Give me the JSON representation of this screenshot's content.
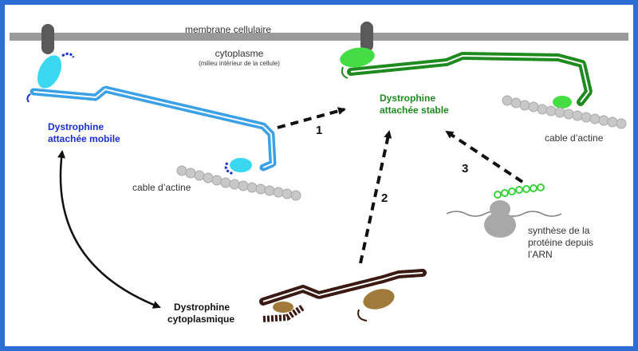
{
  "labels": {
    "membrane": "membrane cellulaire",
    "cytoplasm": "cytoplasme",
    "cytoplasm_note": "(milieu intérieur de la cellule)",
    "mobile_line1": "Dystrophine",
    "mobile_line2": "attachée mobile",
    "stable_line1": "Dystrophine",
    "stable_line2": "attachée stable",
    "cyto_line1": "Dystrophine",
    "cyto_line2": "cytoplasmique",
    "actin_left": "cable d’actine",
    "actin_right": "cable d’actine",
    "synthesis_line1": "synthèse de la",
    "synthesis_line2": "protéine depuis",
    "synthesis_line3": "l’ARN",
    "step1": "1",
    "step2": "2",
    "step3": "3"
  },
  "colors": {
    "frame": "#2b6fd6",
    "membrane": "#9a9a9a",
    "mobile_protein": "#3aa0e8",
    "mobile_label": "#1a2fd0",
    "stable_protein": "#1f8a1f",
    "stable_label": "#1f8a1f",
    "cyto_protein": "#3a1a12",
    "cyto_blob": "#a07a3a",
    "actin": "#c8c8c8",
    "ribosome": "#a8a8a8",
    "nascent_chain": "#3ad23a"
  }
}
